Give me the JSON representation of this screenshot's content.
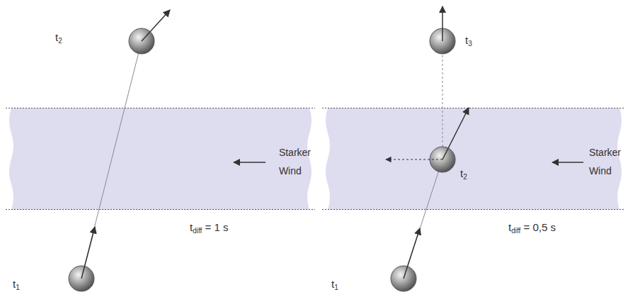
{
  "diagram": {
    "nodes": [
      {
        "text": [
          "Starker Wind"
        ]
      },
      {
        "text": [
          "Starker Wind"
        ]
      }
    ],
    "labels": [
      "t2",
      "tdiff = 1 s",
      "t1",
      "t3",
      "t2",
      "tdiff = 0,5 s",
      "t1"
    ]
  }
}
